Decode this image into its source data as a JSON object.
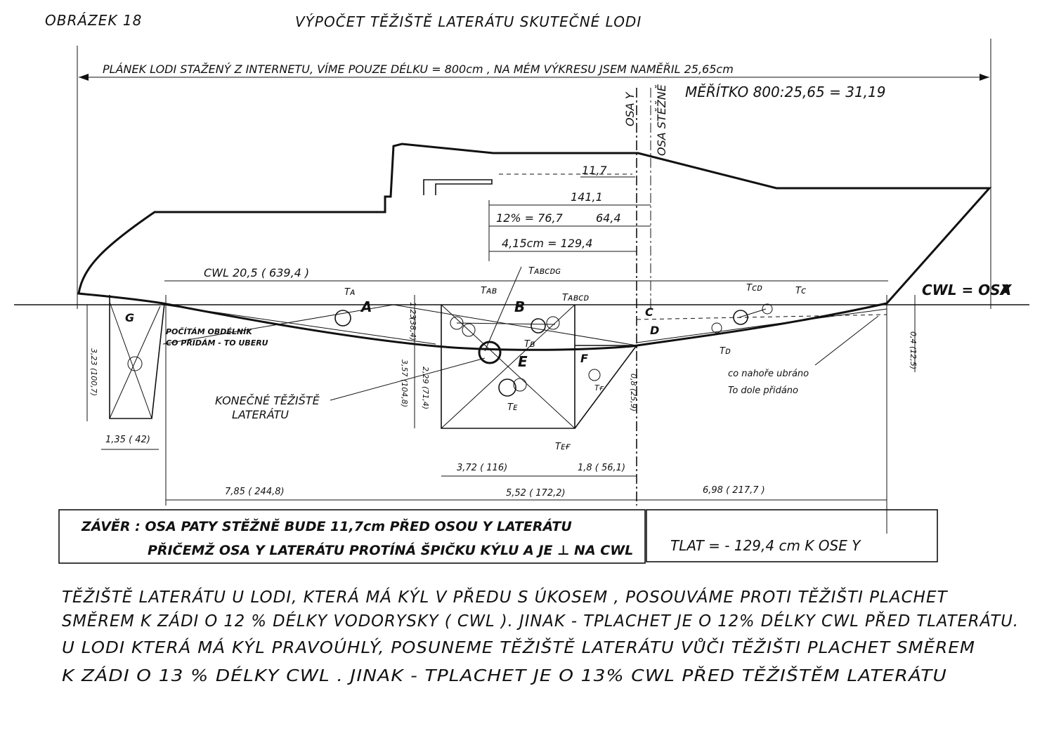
{
  "figure_label": "OBRÁZEK 18",
  "title": "VÝPOČET TĚŽIŠTĚ LATERÁTU SKUTEČNÉ LODI",
  "intro_line": "PLÁNEK LODI STAŽENÝ Z INTERNETU, VÍME POUZE DÉLKU = 800cm , NA MÉM VÝKRESU JSEM NAMĚŘIL 25,65cm",
  "scale": "MĚŘÍTKO 800:25,65 = 31,19",
  "axis_labels": {
    "osa_y": "OSA Y",
    "osa_stezne": "OSA STĚŽNĚ",
    "cwl_osa_x": "CWL = OSA",
    "x": "X"
  },
  "dimensions": {
    "d_11_7": "11,7",
    "d_141_1": "141,1",
    "d_12pct": "12% = 76,7",
    "d_64_4": "64,4",
    "d_4_15": "4,15cm = 129,4",
    "cwl": "CWL 20,5 ( 639,4 )",
    "d_1_23": "1,23",
    "d_38_4": "(38,4)",
    "d_3_57": "3,57 (104,8)",
    "d_2_29": "2,29 (71,4)",
    "d_0_8": "0,8 (25,9)",
    "d_3_23": "3,23 (100,7)",
    "d_0_4": "0,4 (12,5)",
    "d_135": "1,35 ( 42)",
    "d_3_72": "3,72 ( 116)",
    "d_1_8": "1,8 ( 56,1)",
    "d_7_85": "7,85 ( 244,8)",
    "d_5_52": "5,52 ( 172,2)",
    "d_6_98": "6,98 ( 217,7 )"
  },
  "points": {
    "ta": "Tᴀ",
    "tab": "Tᴀʙ",
    "tabcdg": "Tᴀʙᴄᴅɢ",
    "tabcd": "Tᴀʙᴄᴅ",
    "tb": "Tʙ",
    "tcd": "Tᴄᴅ",
    "tc": "Tᴄ",
    "td": "Tᴅ",
    "te": "Tᴇ",
    "tf": "Tғ",
    "tef": "Tᴇғ"
  },
  "areas": {
    "a": "A",
    "b": "B",
    "c": "C",
    "d": "D",
    "e": "E",
    "f": "F",
    "g": "G"
  },
  "annotations": {
    "rect_note_1": "POČÍTÁM OBDÉLNÍK",
    "rect_note_2": "CO PŘIDÁM - TO UBERU",
    "final_1": "KONEČNÉ TĚŽIŠTĚ",
    "final_2": "LATERÁTU",
    "top_removed": "co nahoře ubráno",
    "bottom_added": "To dole přidáno"
  },
  "conclusion": {
    "line1": "ZÁVĚR : OSA PATY STĚŽNĚ BUDE 11,7cm PŘED OSOU Y LATERÁTU",
    "line2": "PŘIČEMŽ OSA Y LATERÁTU PROTÍNÁ ŠPIČKU KÝLU A JE ⊥ NA CWL",
    "result": "TLAT = - 129,4 cm K OSE Y"
  },
  "notes": [
    "TĚŽIŠTĚ LATERÁTU U LODI, KTERÁ MÁ KÝL V PŘEDU S ÚKOSEM , POSOUVÁME PROTI TĚŽIŠTI PLACHET",
    "SMĚREM K ZÁDI O 12 % DÉLKY VODORYSKY ( CWL ). JINAK - TPLACHET JE O 12% DÉLKY CWL PŘED TLATERÁTU.",
    "U LODI KTERÁ MÁ KÝL PRAVOÚHLÝ, POSUNEME TĚŽIŠTĚ LATERÁTU VŮČI TĚŽIŠTI PLACHET SMĚREM",
    "K ZÁDI O 13 % DÉLKY CWL . JINAK - TPLACHET JE O 13% CWL PŘED TĚŽIŠTĚM LATERÁTU"
  ]
}
